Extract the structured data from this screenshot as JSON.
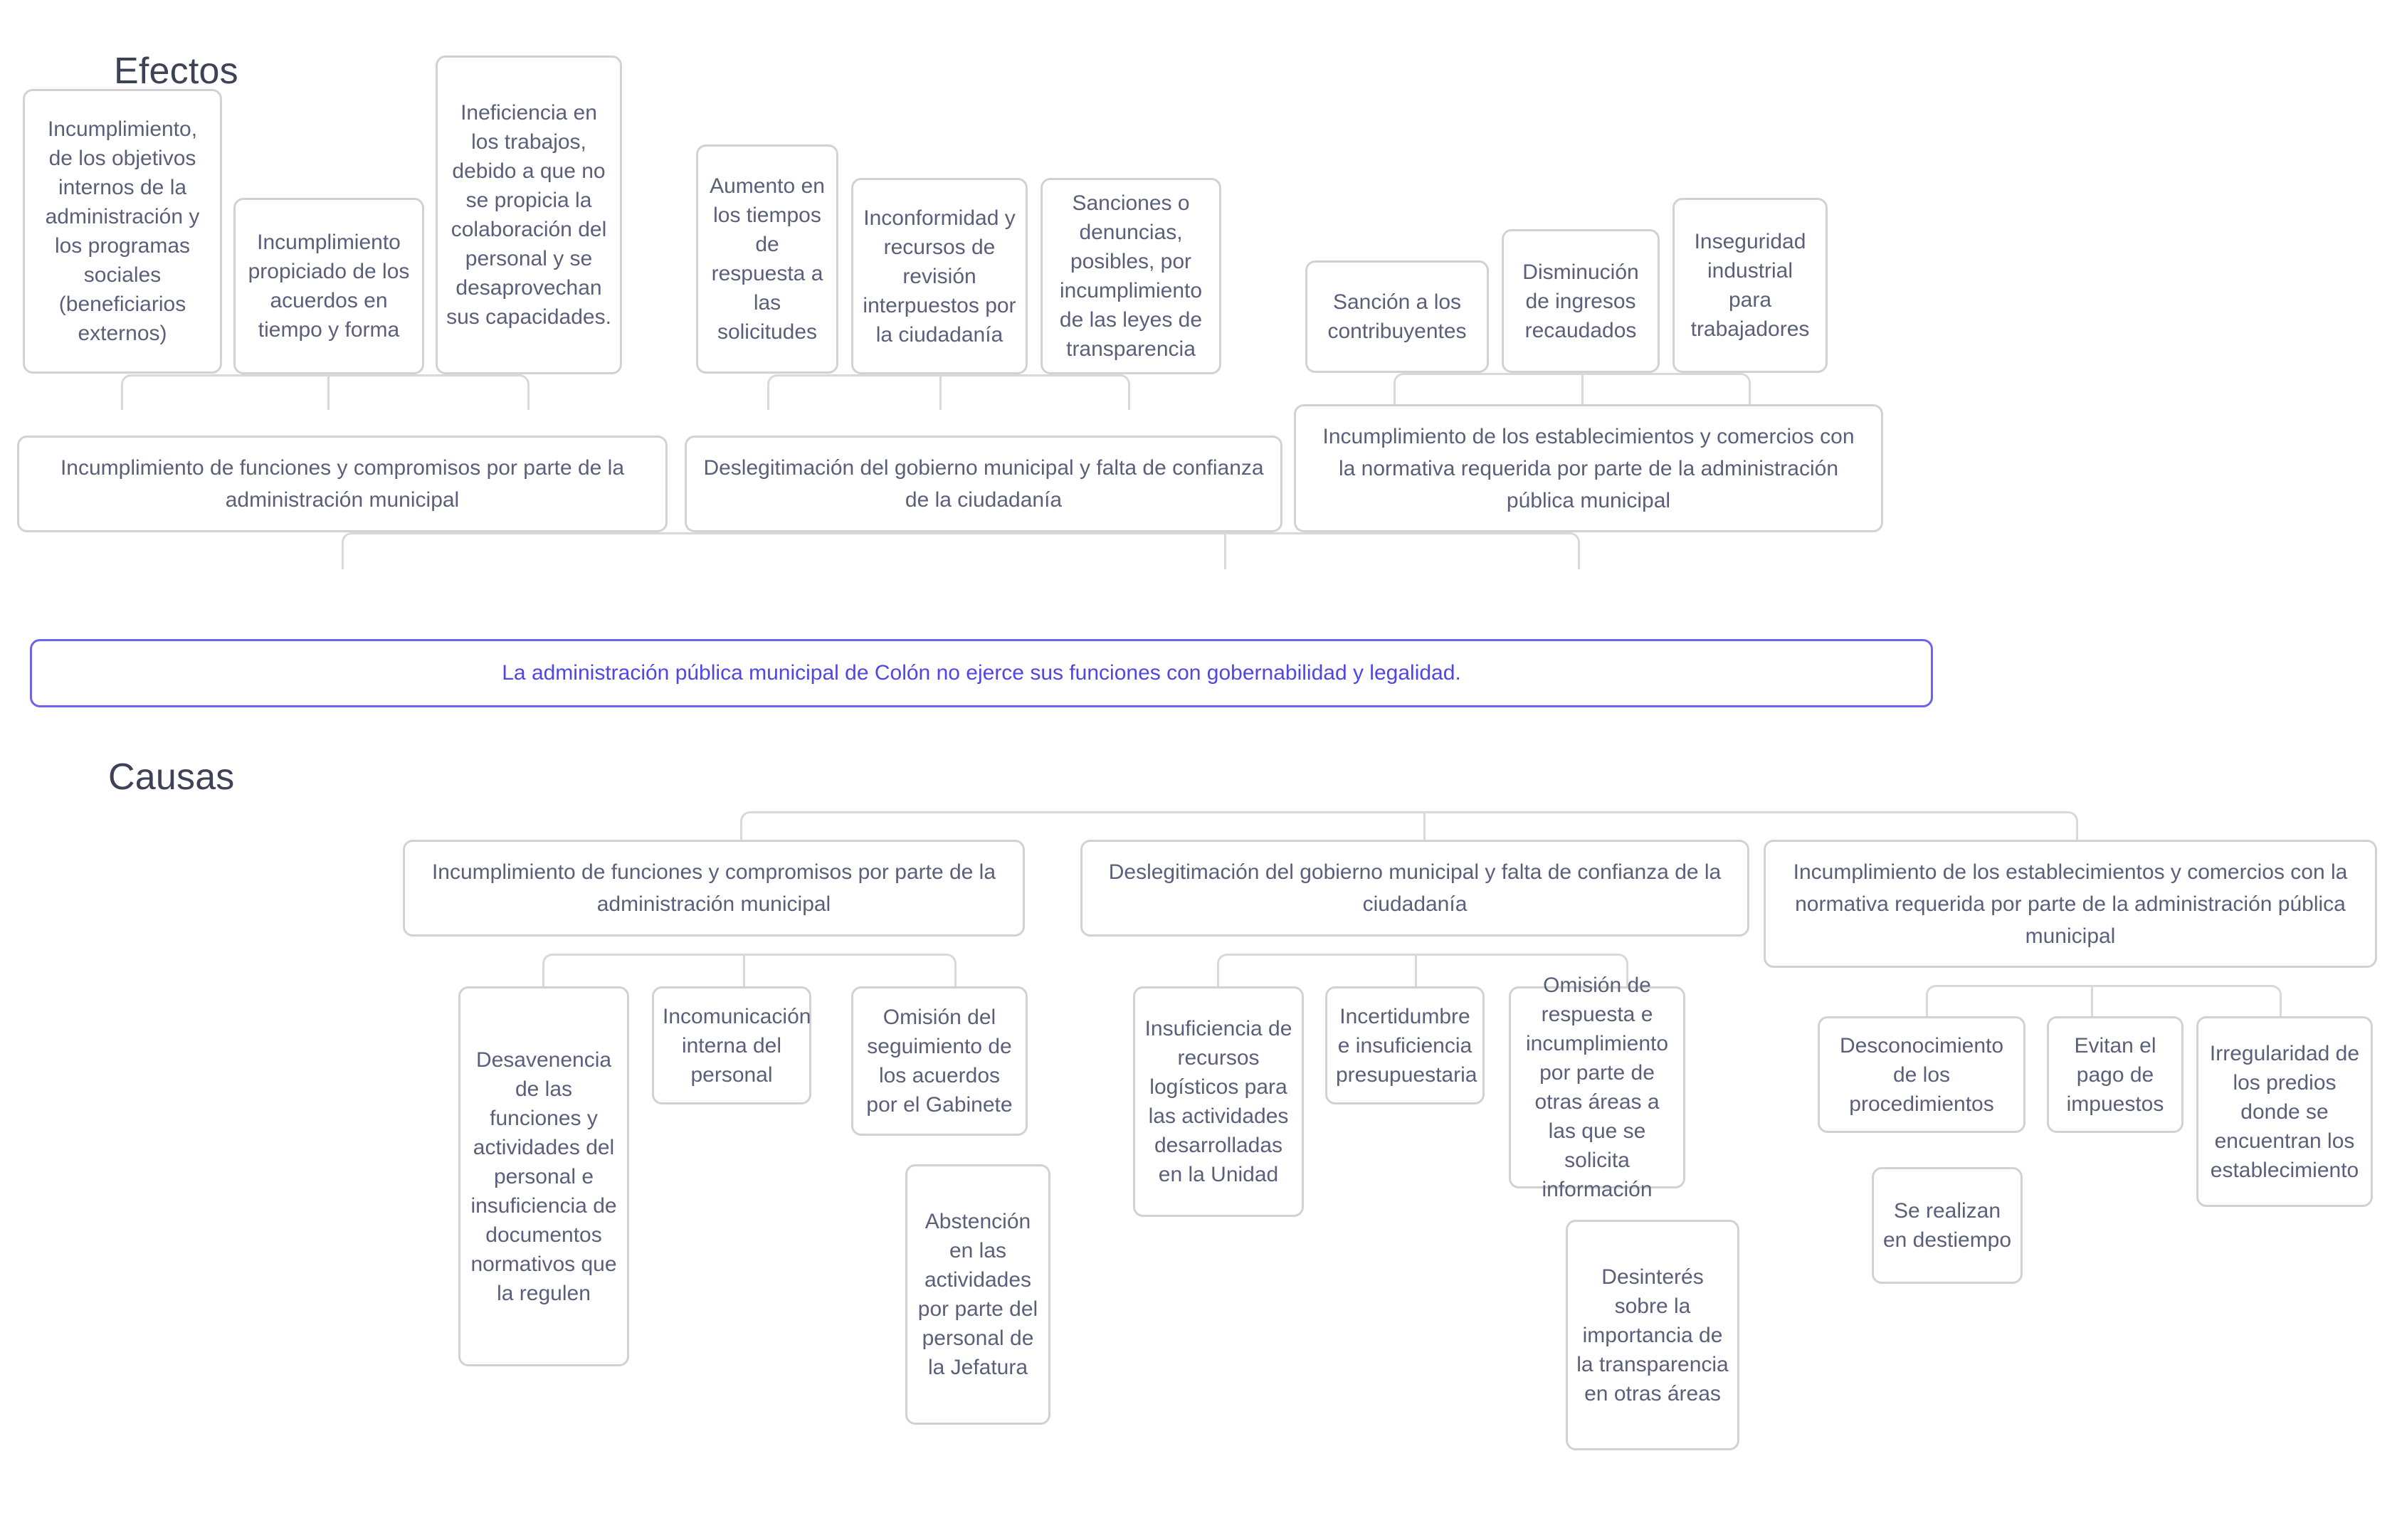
{
  "headings": {
    "effects": "Efectos",
    "causes": "Causas"
  },
  "central_problem": "La administración pública municipal de Colón no ejerce sus funciones con gobernabilidad y legalidad.",
  "colors": {
    "central_border": "#6c63f0",
    "central_text": "#4f46e5",
    "node_border": "#d2d2d4",
    "node_text": "#5a6079",
    "connector": "#d9d9db",
    "heading_text": "#3d4256",
    "background": "#ffffff"
  },
  "effects": {
    "group1": {
      "leaves": [
        "Incumplimiento, de los objetivos internos de la administración y los programas sociales (beneficiarios externos)",
        "Incumplimiento propiciado de los acuerdos en tiempo y forma",
        "Ineficiencia en los trabajos, debido a que no se propicia la colaboración del personal y se desaprovechan sus capacidades."
      ],
      "parent": "Incumplimiento de funciones y compromisos por parte de la administración municipal"
    },
    "group2": {
      "leaves": [
        "Aumento en los tiempos de respuesta a las solicitudes",
        "Inconformidad y recursos de revisión interpuestos por la ciudadanía",
        "Sanciones o denuncias, posibles, por incumplimiento de las leyes de transparencia"
      ],
      "parent": "Deslegitimación del gobierno municipal y falta de confianza de la ciudadanía"
    },
    "group3": {
      "leaves": [
        "Sanción a los contribuyentes",
        "Disminución de ingresos recaudados",
        "Inseguridad industrial para trabajadores"
      ],
      "parent": "Incumplimiento de los establecimientos y comercios con la normativa requerida por parte de la administración pública municipal"
    }
  },
  "causes": {
    "group1": {
      "parent": "Incumplimiento de funciones y compromisos por parte de la administración municipal",
      "children": [
        "Desavenencia de las funciones y actividades del personal e insuficiencia de documentos normativos que la regulen",
        "Incomunicación interna del personal",
        "Omisión del seguimiento de los acuerdos por el Gabinete"
      ],
      "extra": [
        "Abstención en las actividades por parte del personal de la Jefatura"
      ]
    },
    "group2": {
      "parent": "Deslegitimación del gobierno municipal y falta de confianza de la ciudadanía",
      "children": [
        "Insuficiencia de recursos logísticos para las actividades desarrolladas en la Unidad",
        "Incertidumbre e insuficiencia presupuestaria",
        "Omisión de respuesta e incumplimiento por parte de otras áreas a las que se solicita información"
      ],
      "extra": [
        "Desinterés sobre la importancia de la transparencia en otras áreas"
      ]
    },
    "group3": {
      "parent": "Incumplimiento de los establecimientos y comercios con la normativa requerida por parte de la administración pública municipal",
      "children": [
        "Desconocimiento de los procedimientos",
        "Evitan el pago de impuestos",
        "Irregularidad de los predios donde se encuentran los establecimiento"
      ],
      "extra": [
        "Se realizan en destiempo"
      ]
    }
  }
}
